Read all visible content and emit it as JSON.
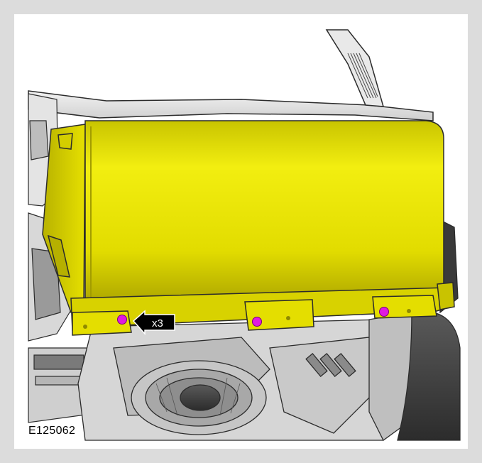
{
  "figure": {
    "id_label": "E125062",
    "callout_label": "x3"
  },
  "colors": {
    "frame": "#dcdcdc",
    "background": "#ffffff",
    "component_yellow": "#e8e400",
    "component_shadow": "#8f8a00",
    "fastener_magenta": "#e01ae0",
    "line_art": "#2b2b2b",
    "callout_fill": "#000000"
  },
  "icons": {
    "callout": "arrow-left-callout",
    "fastener": "bolt-marker"
  }
}
